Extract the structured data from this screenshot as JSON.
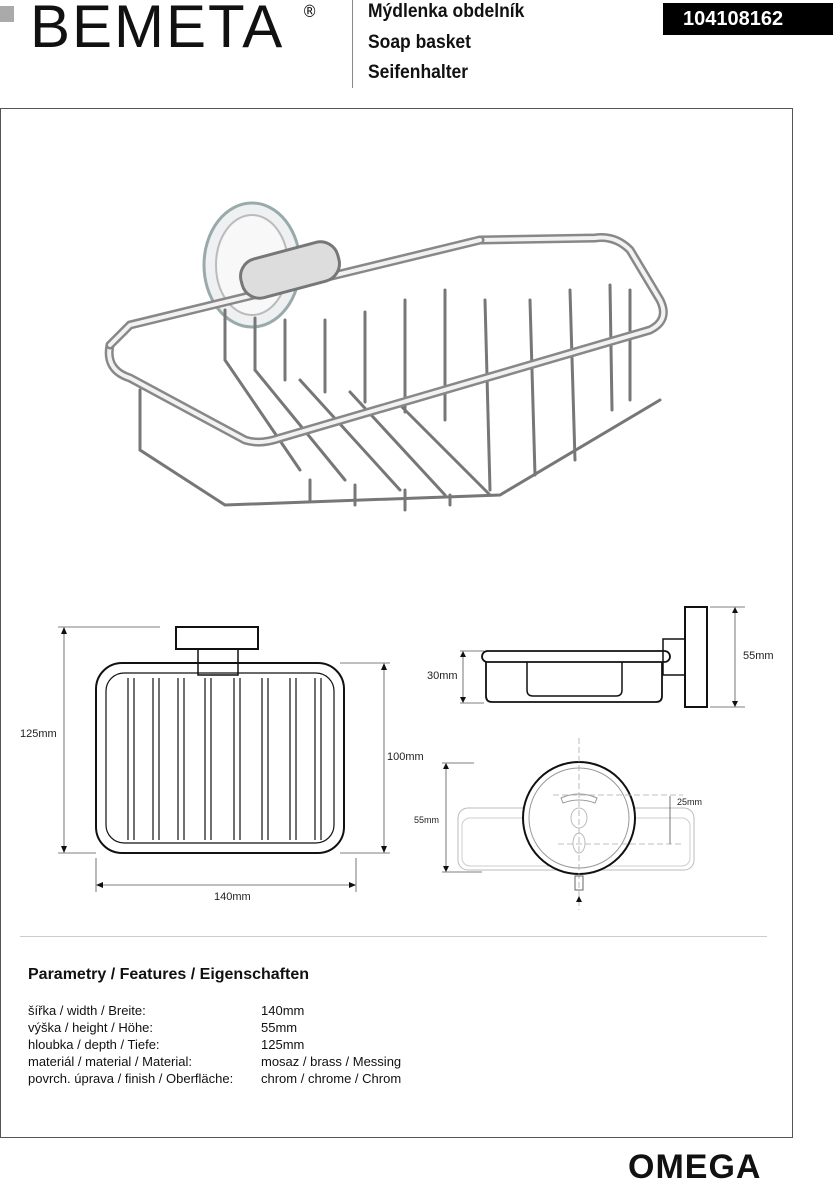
{
  "header": {
    "brand": "BEMETA",
    "registered": "®",
    "titles": [
      "Mýdlenka obdelník",
      "Soap basket",
      "Seifenhalter"
    ],
    "product_code": "104108162"
  },
  "drawings": {
    "front_height": "125mm",
    "front_inner_height": "100mm",
    "front_width": "140mm",
    "side_basket_height": "30mm",
    "side_total_height": "55mm",
    "mount_height": "55mm",
    "mount_hole_spacing": "25mm"
  },
  "features": {
    "title": "Parametry / Features / Eigenschaften",
    "rows": [
      {
        "label": "šířka / width / Breite:",
        "value": "140mm"
      },
      {
        "label": "výška / height / Höhe:",
        "value": "55mm"
      },
      {
        "label": "hloubka / depth / Tiefe:",
        "value": "125mm"
      },
      {
        "label": "materiál / material / Material:",
        "value": "mosaz / brass / Messing"
      },
      {
        "label": "povrch. úprava / finish / Oberfläche:",
        "value": "chrom / chrome / Chrom"
      }
    ]
  },
  "footer": {
    "series": "OMEGA"
  },
  "colors": {
    "code_bg": "#000000",
    "logo_mark": "#aaaaaa"
  }
}
